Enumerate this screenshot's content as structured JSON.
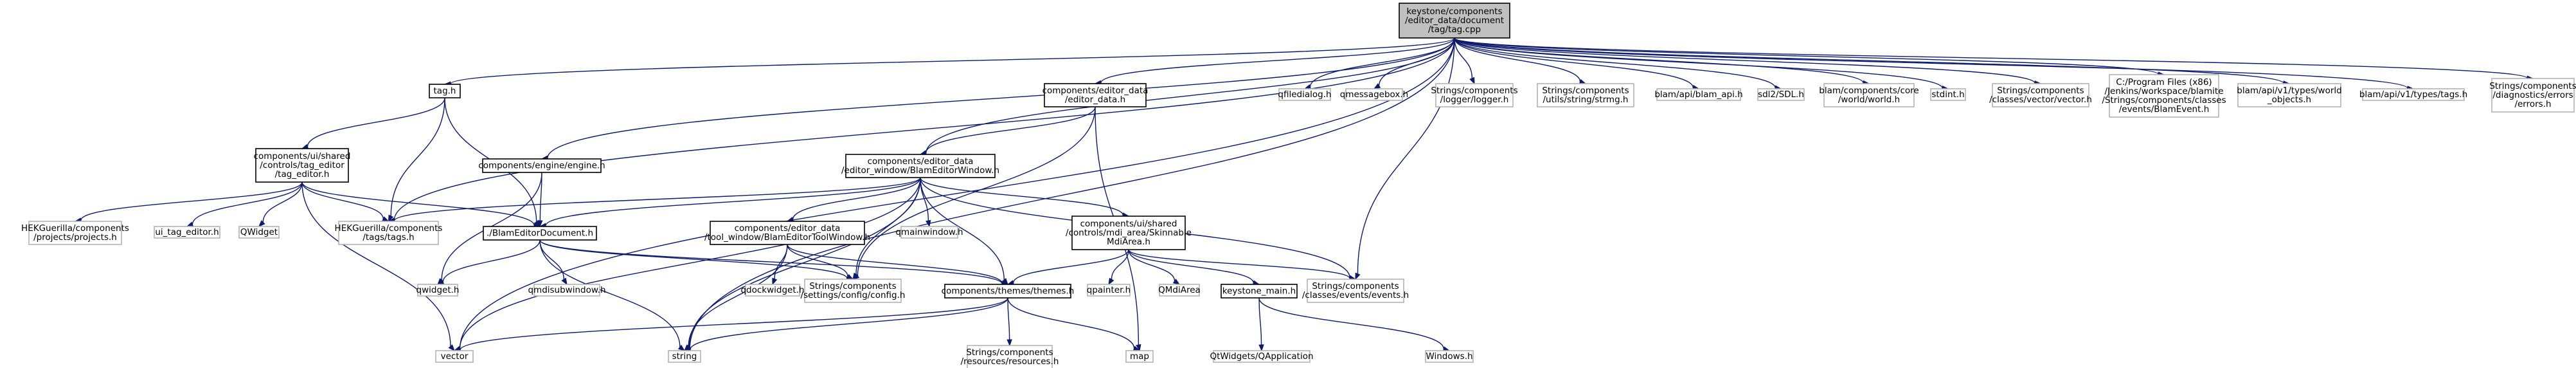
{
  "diagram": {
    "root": "keystone/components/editor_data/document/tag/tag.cpp",
    "nodes": [
      {
        "id": "root",
        "lines": [
          "keystone/components",
          "/editor_data/document",
          "/tag/tag.cpp"
        ],
        "style": "root"
      },
      {
        "id": "tag_h",
        "lines": [
          "tag.h"
        ],
        "style": "plain"
      },
      {
        "id": "ed_data_h",
        "lines": [
          "components/editor_data",
          "/editor_data.h"
        ],
        "style": "plain"
      },
      {
        "id": "qfiledialog",
        "lines": [
          "qfiledialog.h"
        ],
        "style": "muted"
      },
      {
        "id": "qmessagebox",
        "lines": [
          "qmessagebox.h"
        ],
        "style": "muted"
      },
      {
        "id": "logger",
        "lines": [
          "Strings/components",
          "/logger/logger.h"
        ],
        "style": "muted"
      },
      {
        "id": "strmg",
        "lines": [
          "Strings/components",
          "/utils/string/strmg.h"
        ],
        "style": "muted"
      },
      {
        "id": "blam_api",
        "lines": [
          "blam/api/blam_api.h"
        ],
        "style": "muted"
      },
      {
        "id": "sdl",
        "lines": [
          "sdl2/SDL.h"
        ],
        "style": "muted"
      },
      {
        "id": "world",
        "lines": [
          "blam/components/core",
          "/world/world.h"
        ],
        "style": "muted"
      },
      {
        "id": "stdint",
        "lines": [
          "stdint.h"
        ],
        "style": "muted"
      },
      {
        "id": "vector_h",
        "lines": [
          "Strings/components",
          "/classes/vector/vector.h"
        ],
        "style": "muted"
      },
      {
        "id": "blamevent",
        "lines": [
          "C:/Program Files (x86)",
          "/Jenkins/workspace/blamite",
          "/Strings/components/classes",
          "/events/BlamEvent.h"
        ],
        "style": "muted"
      },
      {
        "id": "world_objects",
        "lines": [
          "blam/api/v1/types/world",
          "_objects.h"
        ],
        "style": "muted"
      },
      {
        "id": "tags_types",
        "lines": [
          "blam/api/v1/types/tags.h"
        ],
        "style": "muted"
      },
      {
        "id": "errors",
        "lines": [
          "Strings/components",
          "/diagnostics/errors",
          "/errors.h"
        ],
        "style": "muted"
      },
      {
        "id": "tag_editor",
        "lines": [
          "components/ui/shared",
          "/controls/tag_editor",
          "/tag_editor.h"
        ],
        "style": "plain"
      },
      {
        "id": "engine",
        "lines": [
          "components/engine/engine.h"
        ],
        "style": "plain"
      },
      {
        "id": "blam_editor_window",
        "lines": [
          "components/editor_data",
          "/editor_window/BlamEditorWindow.h"
        ],
        "style": "plain"
      },
      {
        "id": "hg_projects",
        "lines": [
          "HEKGuerilla/components",
          "/projects/projects.h"
        ],
        "style": "muted"
      },
      {
        "id": "ui_tag_editor",
        "lines": [
          "ui_tag_editor.h"
        ],
        "style": "muted"
      },
      {
        "id": "qwidget_cap",
        "lines": [
          "QWidget"
        ],
        "style": "muted"
      },
      {
        "id": "hg_tags",
        "lines": [
          "HEKGuerilla/components",
          "/tags/tags.h"
        ],
        "style": "muted"
      },
      {
        "id": "blam_editor_doc",
        "lines": [
          "./BlamEditorDocument.h"
        ],
        "style": "plain"
      },
      {
        "id": "qmainwindow",
        "lines": [
          "qmainwindow.h"
        ],
        "style": "muted"
      },
      {
        "id": "tool_window",
        "lines": [
          "components/editor_data",
          "/tool_window/BlamEditorToolWindow.h"
        ],
        "style": "plain"
      },
      {
        "id": "mdi_area",
        "lines": [
          "components/ui/shared",
          "/controls/mdi_area/Skinnable",
          "MdiArea.h"
        ],
        "style": "plain"
      },
      {
        "id": "qwidget_h",
        "lines": [
          "qwidget.h"
        ],
        "style": "muted"
      },
      {
        "id": "qmdisubwindow",
        "lines": [
          "qmdisubwindow.h"
        ],
        "style": "muted"
      },
      {
        "id": "config",
        "lines": [
          "Strings/components",
          "/settings/config/config.h"
        ],
        "style": "muted"
      },
      {
        "id": "qdockwidget",
        "lines": [
          "qdockwidget.h"
        ],
        "style": "muted"
      },
      {
        "id": "themes",
        "lines": [
          "components/themes/themes.h"
        ],
        "style": "plain"
      },
      {
        "id": "qpainter",
        "lines": [
          "qpainter.h"
        ],
        "style": "muted"
      },
      {
        "id": "qmdiarea",
        "lines": [
          "QMdiArea"
        ],
        "style": "muted"
      },
      {
        "id": "keystone_main",
        "lines": [
          "keystone_main.h"
        ],
        "style": "plain"
      },
      {
        "id": "events",
        "lines": [
          "Strings/components",
          "/classes/events/events.h"
        ],
        "style": "muted"
      },
      {
        "id": "vector_std",
        "lines": [
          "vector"
        ],
        "style": "muted"
      },
      {
        "id": "string_std",
        "lines": [
          "string"
        ],
        "style": "muted"
      },
      {
        "id": "resources",
        "lines": [
          "Strings/components",
          "/resources/resources.h"
        ],
        "style": "muted"
      },
      {
        "id": "map_std",
        "lines": [
          "map"
        ],
        "style": "muted"
      },
      {
        "id": "qapplication",
        "lines": [
          "QtWidgets/QApplication"
        ],
        "style": "muted"
      },
      {
        "id": "windows",
        "lines": [
          "Windows.h"
        ],
        "style": "muted"
      }
    ],
    "edges": [
      [
        "root",
        "tag_h"
      ],
      [
        "root",
        "ed_data_h"
      ],
      [
        "root",
        "qfiledialog"
      ],
      [
        "root",
        "qmessagebox"
      ],
      [
        "root",
        "logger"
      ],
      [
        "root",
        "strmg"
      ],
      [
        "root",
        "blam_api"
      ],
      [
        "root",
        "sdl"
      ],
      [
        "root",
        "world"
      ],
      [
        "root",
        "stdint"
      ],
      [
        "root",
        "vector_h"
      ],
      [
        "root",
        "blamevent"
      ],
      [
        "root",
        "world_objects"
      ],
      [
        "root",
        "tags_types"
      ],
      [
        "root",
        "errors"
      ],
      [
        "root",
        "engine"
      ],
      [
        "root",
        "blam_editor_window"
      ],
      [
        "root",
        "hg_tags"
      ],
      [
        "root",
        "events"
      ],
      [
        "root",
        "vector_std"
      ],
      [
        "root",
        "string_std"
      ],
      [
        "tag_h",
        "tag_editor"
      ],
      [
        "tag_h",
        "hg_tags"
      ],
      [
        "tag_h",
        "blam_editor_doc"
      ],
      [
        "ed_data_h",
        "blam_editor_window"
      ],
      [
        "ed_data_h",
        "config"
      ],
      [
        "ed_data_h",
        "map_std"
      ],
      [
        "tag_editor",
        "hg_projects"
      ],
      [
        "tag_editor",
        "ui_tag_editor"
      ],
      [
        "tag_editor",
        "qwidget_cap"
      ],
      [
        "tag_editor",
        "hg_tags"
      ],
      [
        "tag_editor",
        "blam_editor_doc"
      ],
      [
        "tag_editor",
        "vector_std"
      ],
      [
        "engine",
        "blam_editor_doc"
      ],
      [
        "engine",
        "qwidget_h"
      ],
      [
        "blam_editor_window",
        "blam_editor_doc"
      ],
      [
        "blam_editor_window",
        "qmainwindow"
      ],
      [
        "blam_editor_window",
        "tool_window"
      ],
      [
        "blam_editor_window",
        "mdi_area"
      ],
      [
        "blam_editor_window",
        "themes"
      ],
      [
        "blam_editor_window",
        "config"
      ],
      [
        "blam_editor_window",
        "string_std"
      ],
      [
        "blam_editor_window",
        "vector_std"
      ],
      [
        "blam_editor_window",
        "hg_tags"
      ],
      [
        "blam_editor_window",
        "events"
      ],
      [
        "blam_editor_doc",
        "qwidget_h"
      ],
      [
        "blam_editor_doc",
        "qmdisubwindow"
      ],
      [
        "blam_editor_doc",
        "config"
      ],
      [
        "blam_editor_doc",
        "themes"
      ],
      [
        "blam_editor_doc",
        "string_std"
      ],
      [
        "tool_window",
        "qdockwidget"
      ],
      [
        "tool_window",
        "config"
      ],
      [
        "tool_window",
        "themes"
      ],
      [
        "tool_window",
        "string_std"
      ],
      [
        "mdi_area",
        "themes"
      ],
      [
        "mdi_area",
        "qpainter"
      ],
      [
        "mdi_area",
        "qmdiarea"
      ],
      [
        "mdi_area",
        "keystone_main"
      ],
      [
        "mdi_area",
        "events"
      ],
      [
        "themes",
        "vector_std"
      ],
      [
        "themes",
        "string_std"
      ],
      [
        "themes",
        "resources"
      ],
      [
        "themes",
        "map_std"
      ],
      [
        "keystone_main",
        "qapplication"
      ],
      [
        "keystone_main",
        "windows"
      ]
    ],
    "colors": {
      "edge": "#0c1a6e",
      "root_fill": "#c0c0c0",
      "root_border": "#000000",
      "plain_border": "#000000",
      "muted_border": "#b3b3b3",
      "node_fill": "#ffffff",
      "text": "#000000"
    }
  }
}
